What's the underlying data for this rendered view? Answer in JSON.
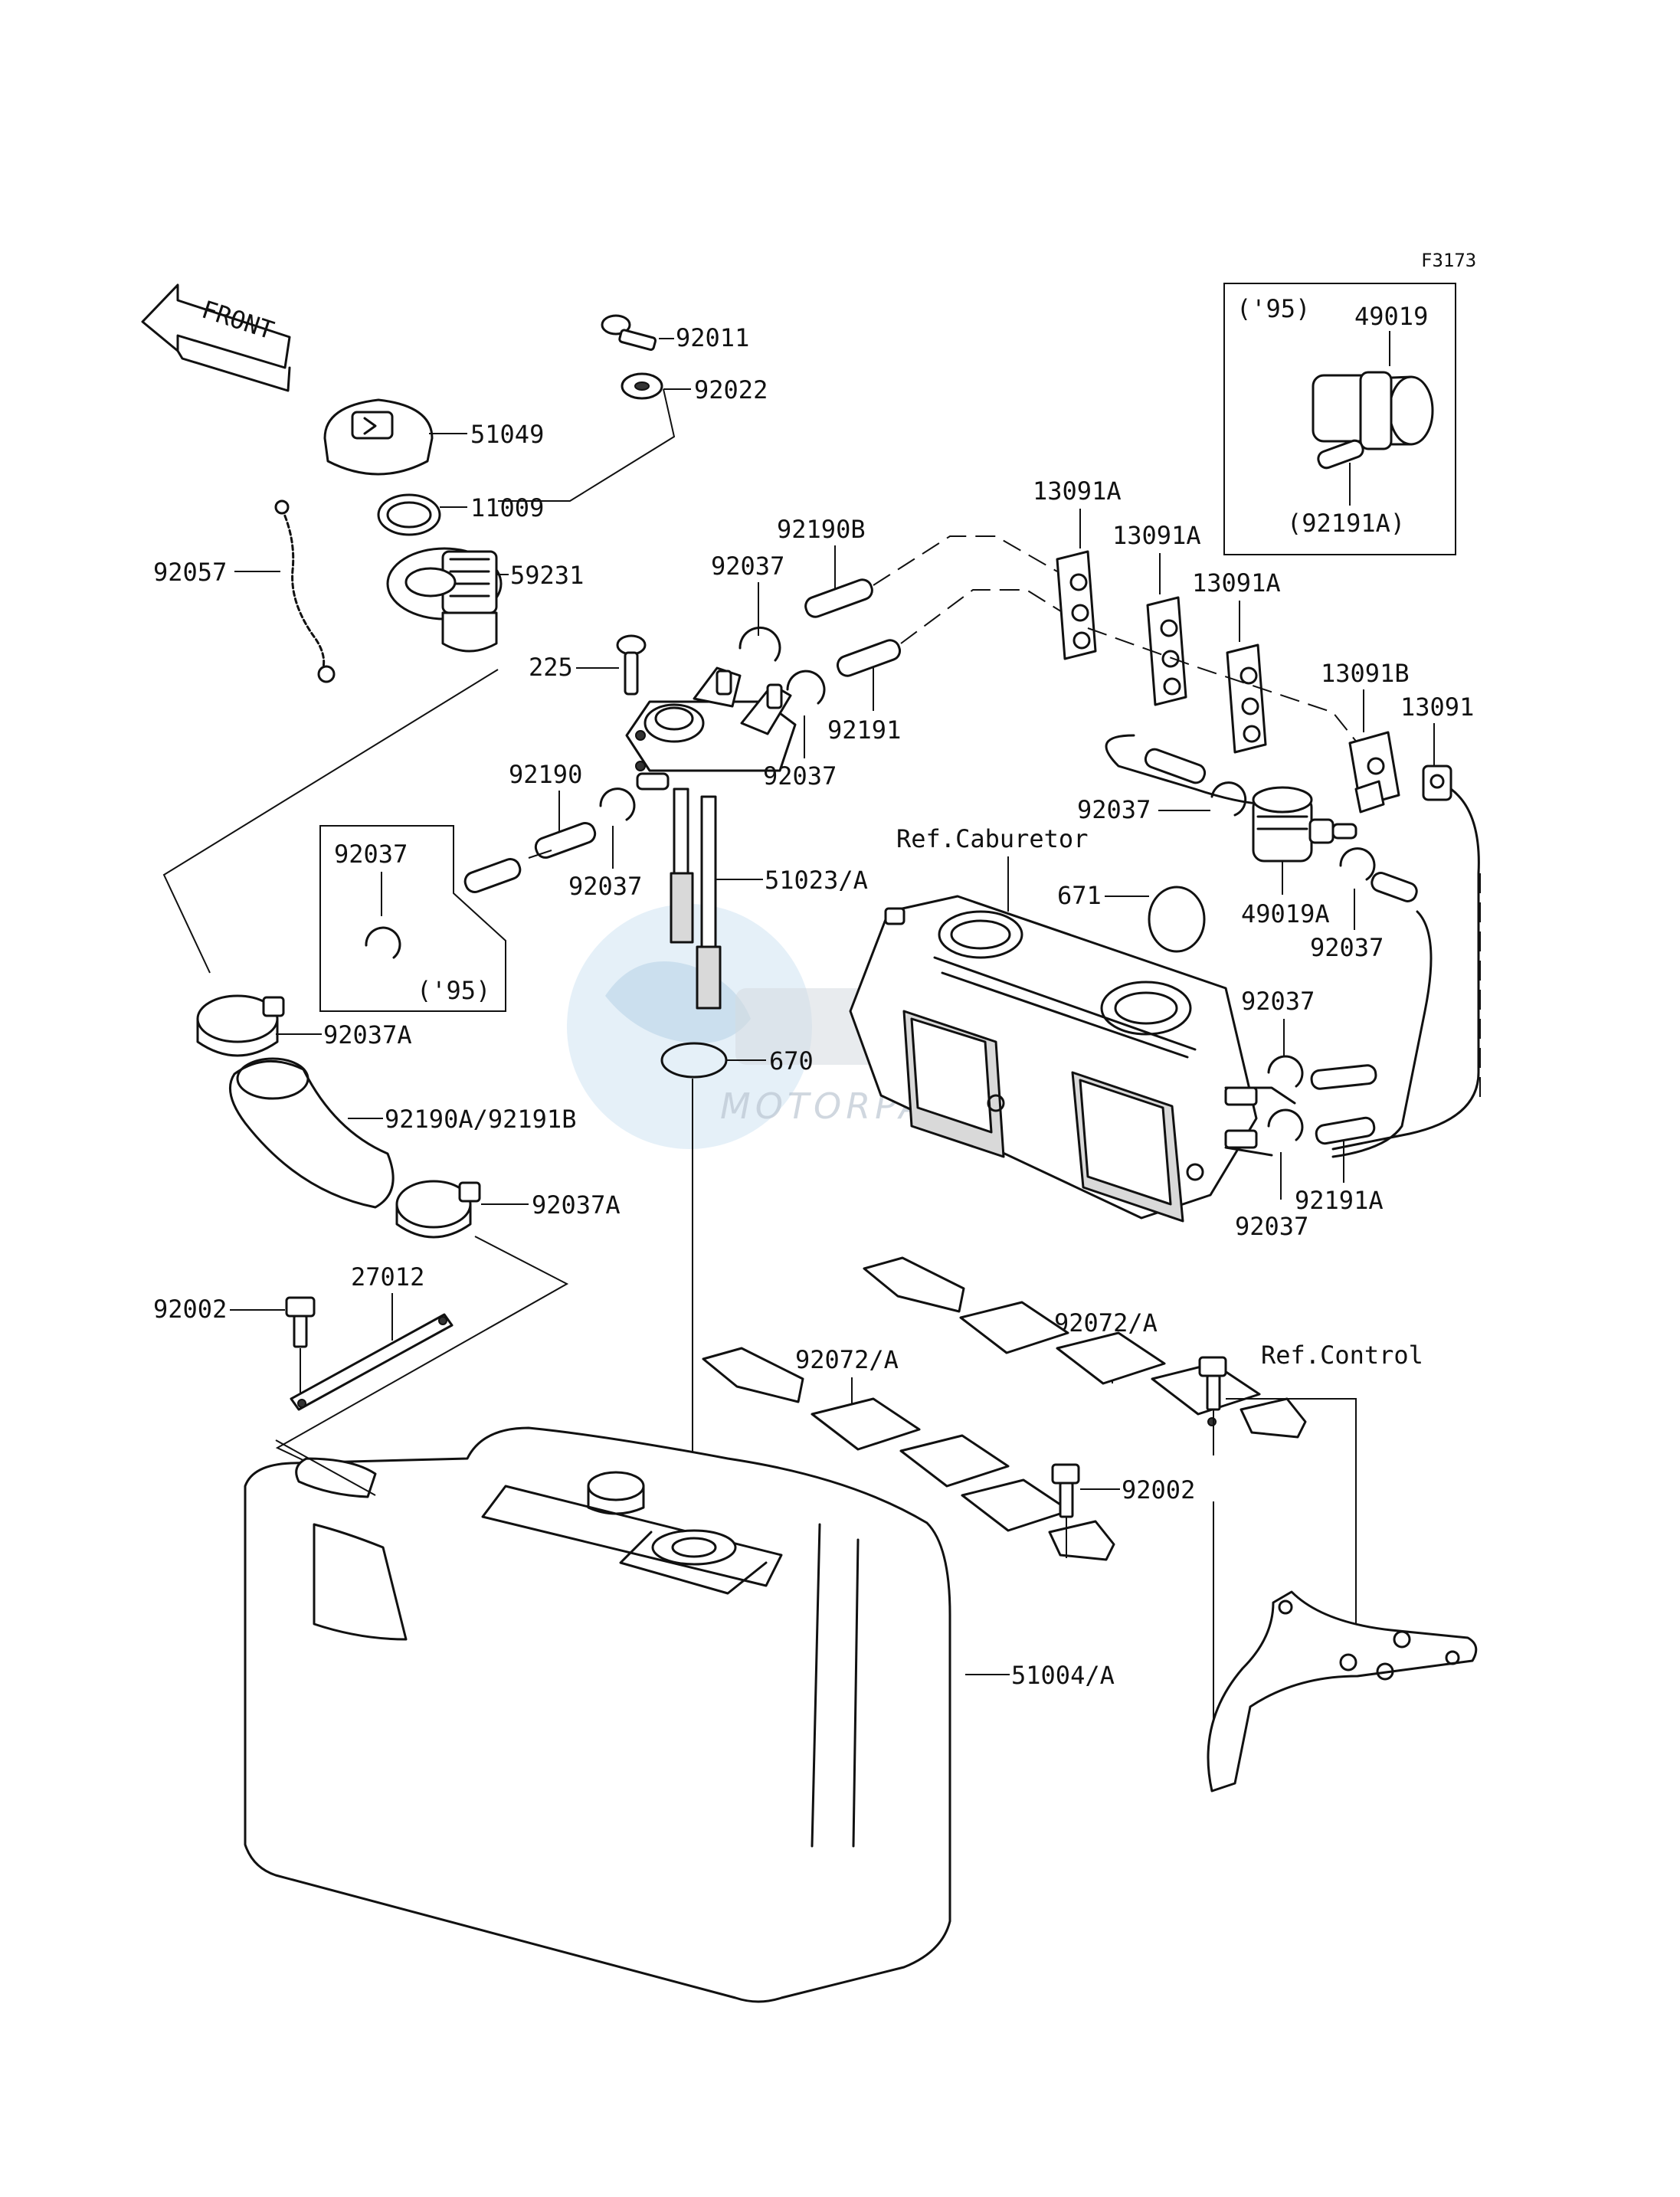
{
  "figure_code": "F3173",
  "front_arrow_label": "FRONT",
  "watermark_text": "MOTORPARTS",
  "inset_95_top": {
    "year": "('95)",
    "part": "49019",
    "sub_part": "(92191A)"
  },
  "inset_95_left": {
    "year": "('95)",
    "part": "92037"
  },
  "ref_labels": {
    "caburetor": "Ref.Caburetor",
    "control": "Ref.Control"
  },
  "part_labels": {
    "p92011": "92011",
    "p92022": "92022",
    "p51049": "51049",
    "p11009": "11009",
    "p92057": "92057",
    "p59231": "59231",
    "p92190B": "92190B",
    "p92037_a": "92037",
    "p225": "225",
    "p92191": "92191",
    "p92037_b": "92037",
    "p92190": "92190",
    "p92037_c": "92037",
    "p51023A": "51023/A",
    "p92037A_1": "92037A",
    "p670": "670",
    "p92190A_92191B": "92190A/92191B",
    "p92037A_2": "92037A",
    "p92002_1": "92002",
    "p27012": "27012",
    "p13091A_1": "13091A",
    "p13091A_2": "13091A",
    "p13091A_3": "13091A",
    "p13091B": "13091B",
    "p13091": "13091",
    "p92037_d": "92037",
    "p671": "671",
    "p49019A": "49019A",
    "p92037_e": "92037",
    "p92037_f": "92037",
    "p92191A": "92191A",
    "p92037_g": "92037",
    "p92072A_1": "92072/A",
    "p92072A_2": "92072/A",
    "p92002_2": "92002",
    "p51004A": "51004/A"
  }
}
